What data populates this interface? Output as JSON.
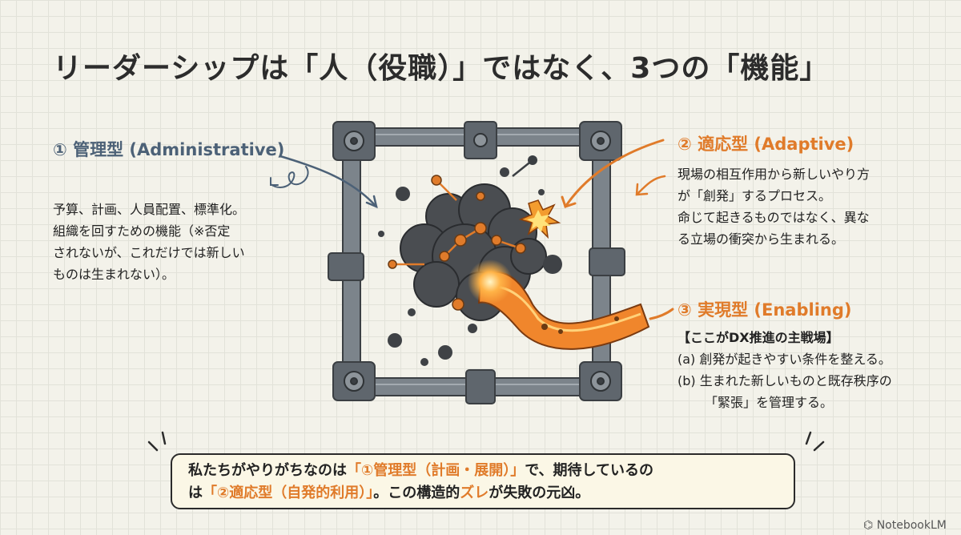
{
  "title": "リーダーシップは「人（役職）」ではなく、3つの「機能」",
  "functions": {
    "administrative": {
      "label": "① 管理型 (Administrative)",
      "lines": [
        "予算、計画、人員配置、標準化。",
        "組織を回すための機能（※否定",
        "されないが、これだけでは新しい",
        "ものは生まれない）。"
      ]
    },
    "adaptive": {
      "label": "② 適応型 (Adaptive)",
      "lines": [
        "現場の相互作用から新しいやり方",
        "が「創発」するプロセス。",
        "命じて起きるものではなく、異な",
        "る立場の衝突から生まれる。"
      ]
    },
    "enabling": {
      "label": "③ 実現型 (Enabling)",
      "lines": [
        "【ここがDX推進の主戦場】",
        "(a) 創発が起きやすい条件を整える。",
        "(b) 生まれた新しいものと既存秩序の",
        "「緊張」を管理する。"
      ]
    }
  },
  "callout": {
    "line1_a": "私たちがやりがちなのは",
    "line1_b": "「①管理型（計画・展開）」",
    "line1_c": "で、期待しているの",
    "line2_a": "は",
    "line2_b": "「②適応型（自発的利用）」",
    "line2_c": "。この構造的",
    "line2_d": "ズレ",
    "line2_e": "が失敗の元凶。"
  },
  "watermark": "NotebookLM",
  "colors": {
    "accent": "#e07b2a",
    "admin": "#4c6177",
    "frame": "#6b737a",
    "cloud": "#4a4d51"
  }
}
